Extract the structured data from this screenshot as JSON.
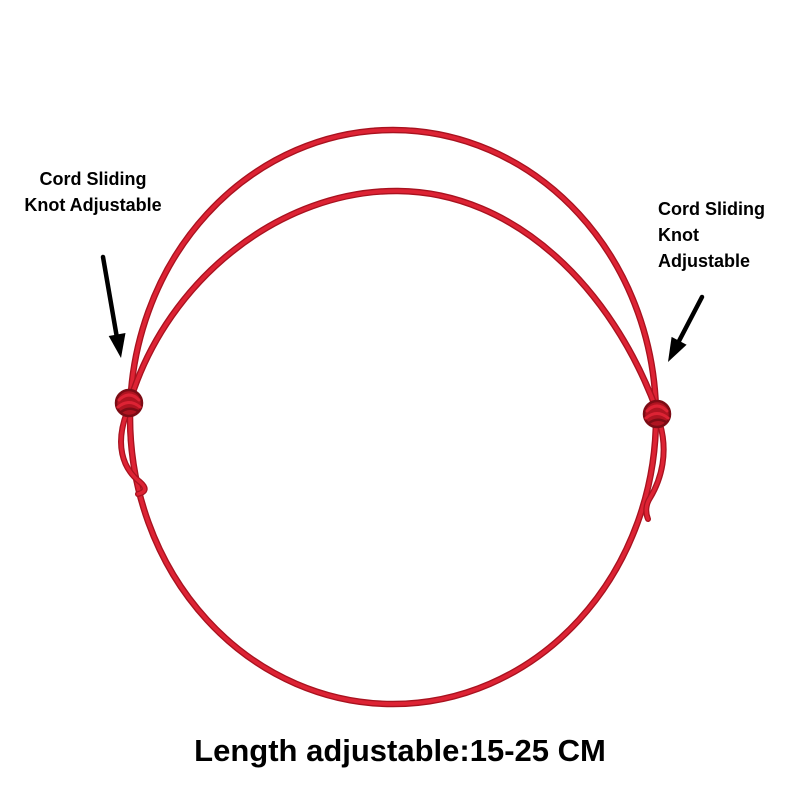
{
  "annotations": {
    "left_label": {
      "lines": [
        "Cord Sliding",
        "Knot Adjustable"
      ]
    },
    "right_label": {
      "lines": [
        "Cord Sliding",
        "Knot",
        "Adjustable"
      ]
    },
    "caption": "Length adjustable:15-25 CM"
  },
  "colors": {
    "background": "#ffffff",
    "cord": "#dd2334",
    "cord_shadow": "#a8121f",
    "knot_fill": "#b01421",
    "knot_outline": "#7c0c15",
    "arrow": "#000000",
    "text": "#000000"
  }
}
